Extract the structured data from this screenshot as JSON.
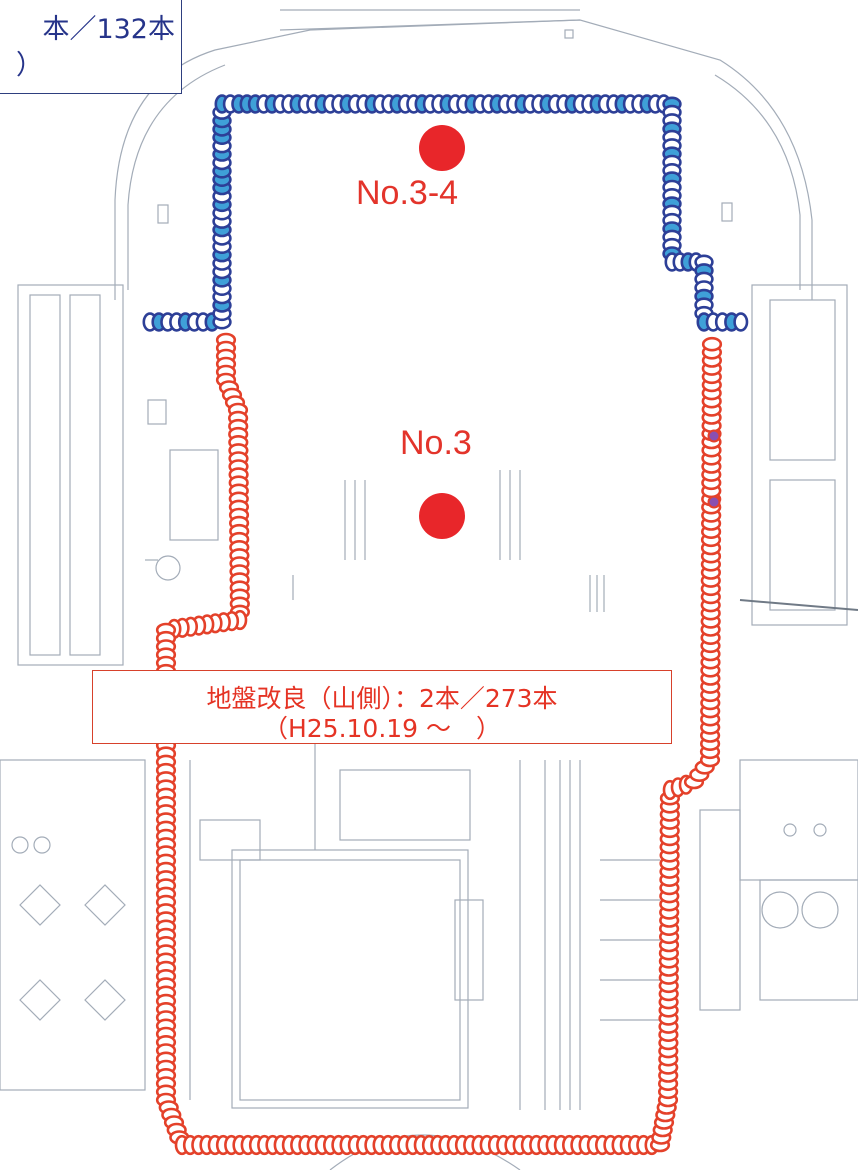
{
  "callouts": {
    "top_left": {
      "line1": "本／132本",
      "line2": "）"
    },
    "ground_improvement": {
      "line1": "地盤改良（山側）：2本／273本",
      "line2": "（H25.10.19 ～　）"
    }
  },
  "labels": {
    "no3_4": "No.3-4",
    "no3": "No.3"
  },
  "colors": {
    "blue_ring": "#2d3f97",
    "blue_fill": "#3fa0d8",
    "red_ring": "#e4412a",
    "purple_fill": "#8a4fb0",
    "marker": "#e8262a",
    "plan_lines": "#9aa4b0"
  }
}
